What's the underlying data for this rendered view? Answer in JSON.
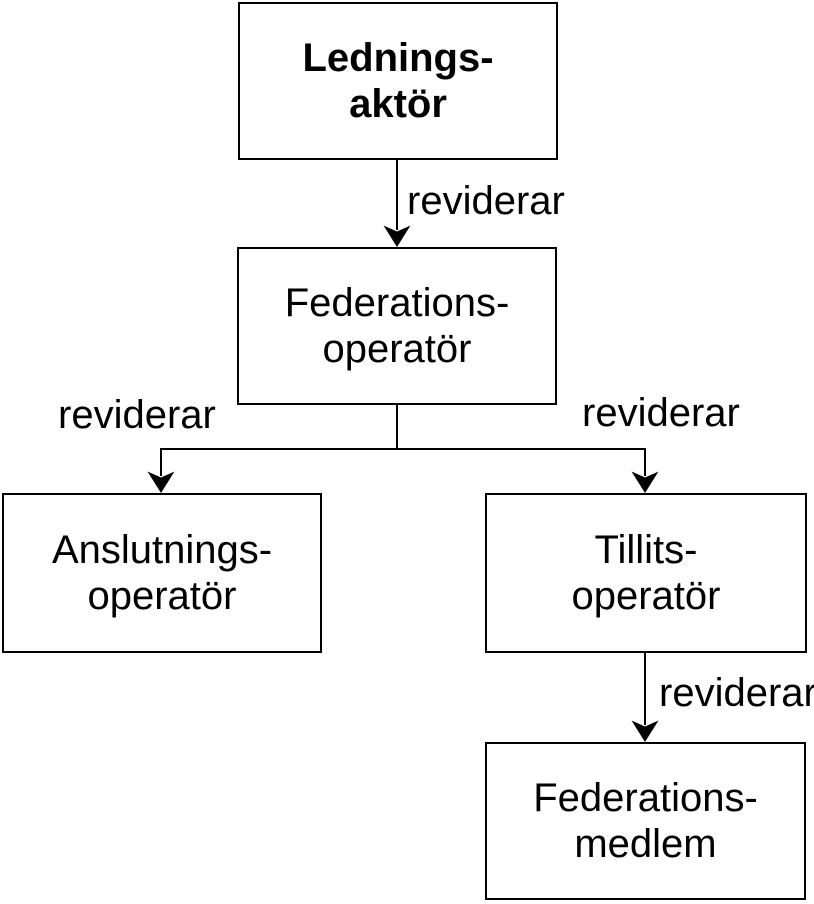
{
  "diagram": {
    "type": "flowchart",
    "colors": {
      "background": "#ffffff",
      "stroke": "#000000",
      "text": "#000000"
    },
    "nodes": {
      "lednings_aktor": {
        "label": "Lednings-\naktör"
      },
      "federations_operator": {
        "label": "Federations-\noperatör"
      },
      "anslutnings_operator": {
        "label": "Anslutnings-\noperatör"
      },
      "tillits_operator": {
        "label": "Tillits-\noperatör"
      },
      "federations_medlem": {
        "label": "Federations-\nmedlem"
      }
    },
    "edges": {
      "lednings_to_federations_operator": {
        "from": "lednings_aktor",
        "to": "federations_operator",
        "label": "reviderar"
      },
      "federations_operator_to_anslutnings_operator": {
        "from": "federations_operator",
        "to": "anslutnings_operator",
        "label": "reviderar"
      },
      "federations_operator_to_tillits_operator": {
        "from": "federations_operator",
        "to": "tillits_operator",
        "label": "reviderar"
      },
      "tillits_operator_to_federations_medlem": {
        "from": "tillits_operator",
        "to": "federations_medlem",
        "label": "reviderar"
      }
    }
  }
}
